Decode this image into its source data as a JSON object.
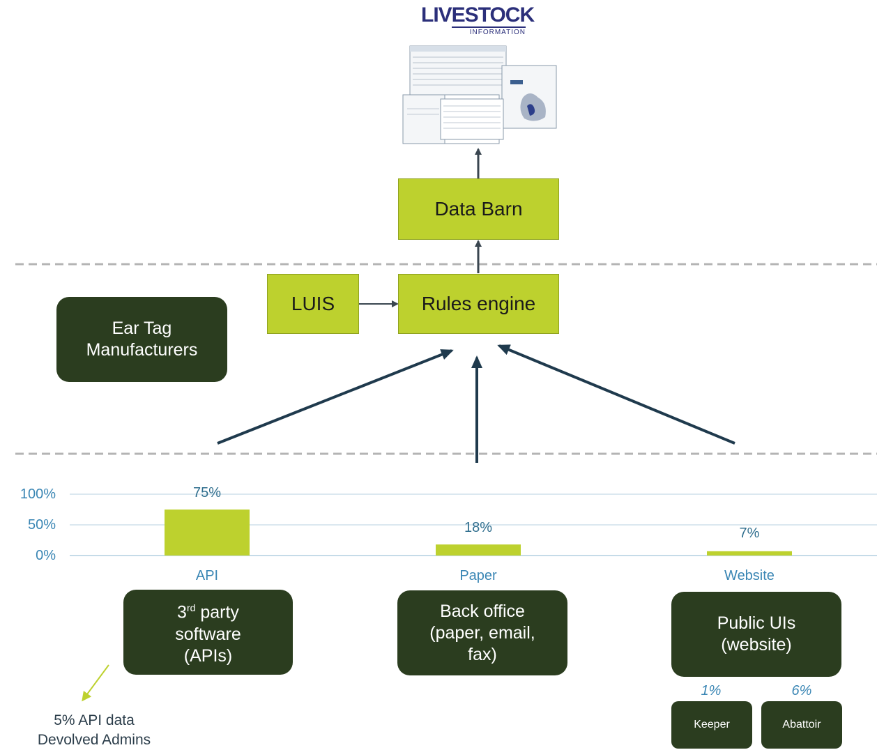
{
  "logo": {
    "line1": "LIVESTOCK",
    "line2": "INFORMATION"
  },
  "boxes": {
    "data_barn": "Data Barn",
    "luis": "LUIS",
    "rules_engine": "Rules engine",
    "ear_tag": "Ear Tag\nManufacturers",
    "third_party_sup": "rd",
    "third_party_pre": "3",
    "third_party_rest": " party\nsoftware\n(APIs)",
    "back_office": "Back office\n(paper, email,\nfax)",
    "public_uis": "Public UIs\n(website)",
    "keeper": "Keeper",
    "abattoir": "Abattoir"
  },
  "website_split": {
    "keeper_pct": "1%",
    "abattoir_pct": "6%"
  },
  "api_note": {
    "line1": "5% API data",
    "line2": "Devolved Admins"
  },
  "colors": {
    "lime": "#bdd12e",
    "dark_green": "#2b3d1f",
    "arrow_navy": "#1f3a4d",
    "axis_blue": "#3a86b4"
  },
  "chart_data": {
    "type": "bar",
    "categories": [
      "API",
      "Paper",
      "Website"
    ],
    "values": [
      75,
      18,
      7
    ],
    "data_labels": [
      "75%",
      "18%",
      "7%"
    ],
    "yticks": [
      "100%",
      "50%",
      "0%"
    ],
    "ylim": [
      0,
      100
    ],
    "grid": true
  }
}
